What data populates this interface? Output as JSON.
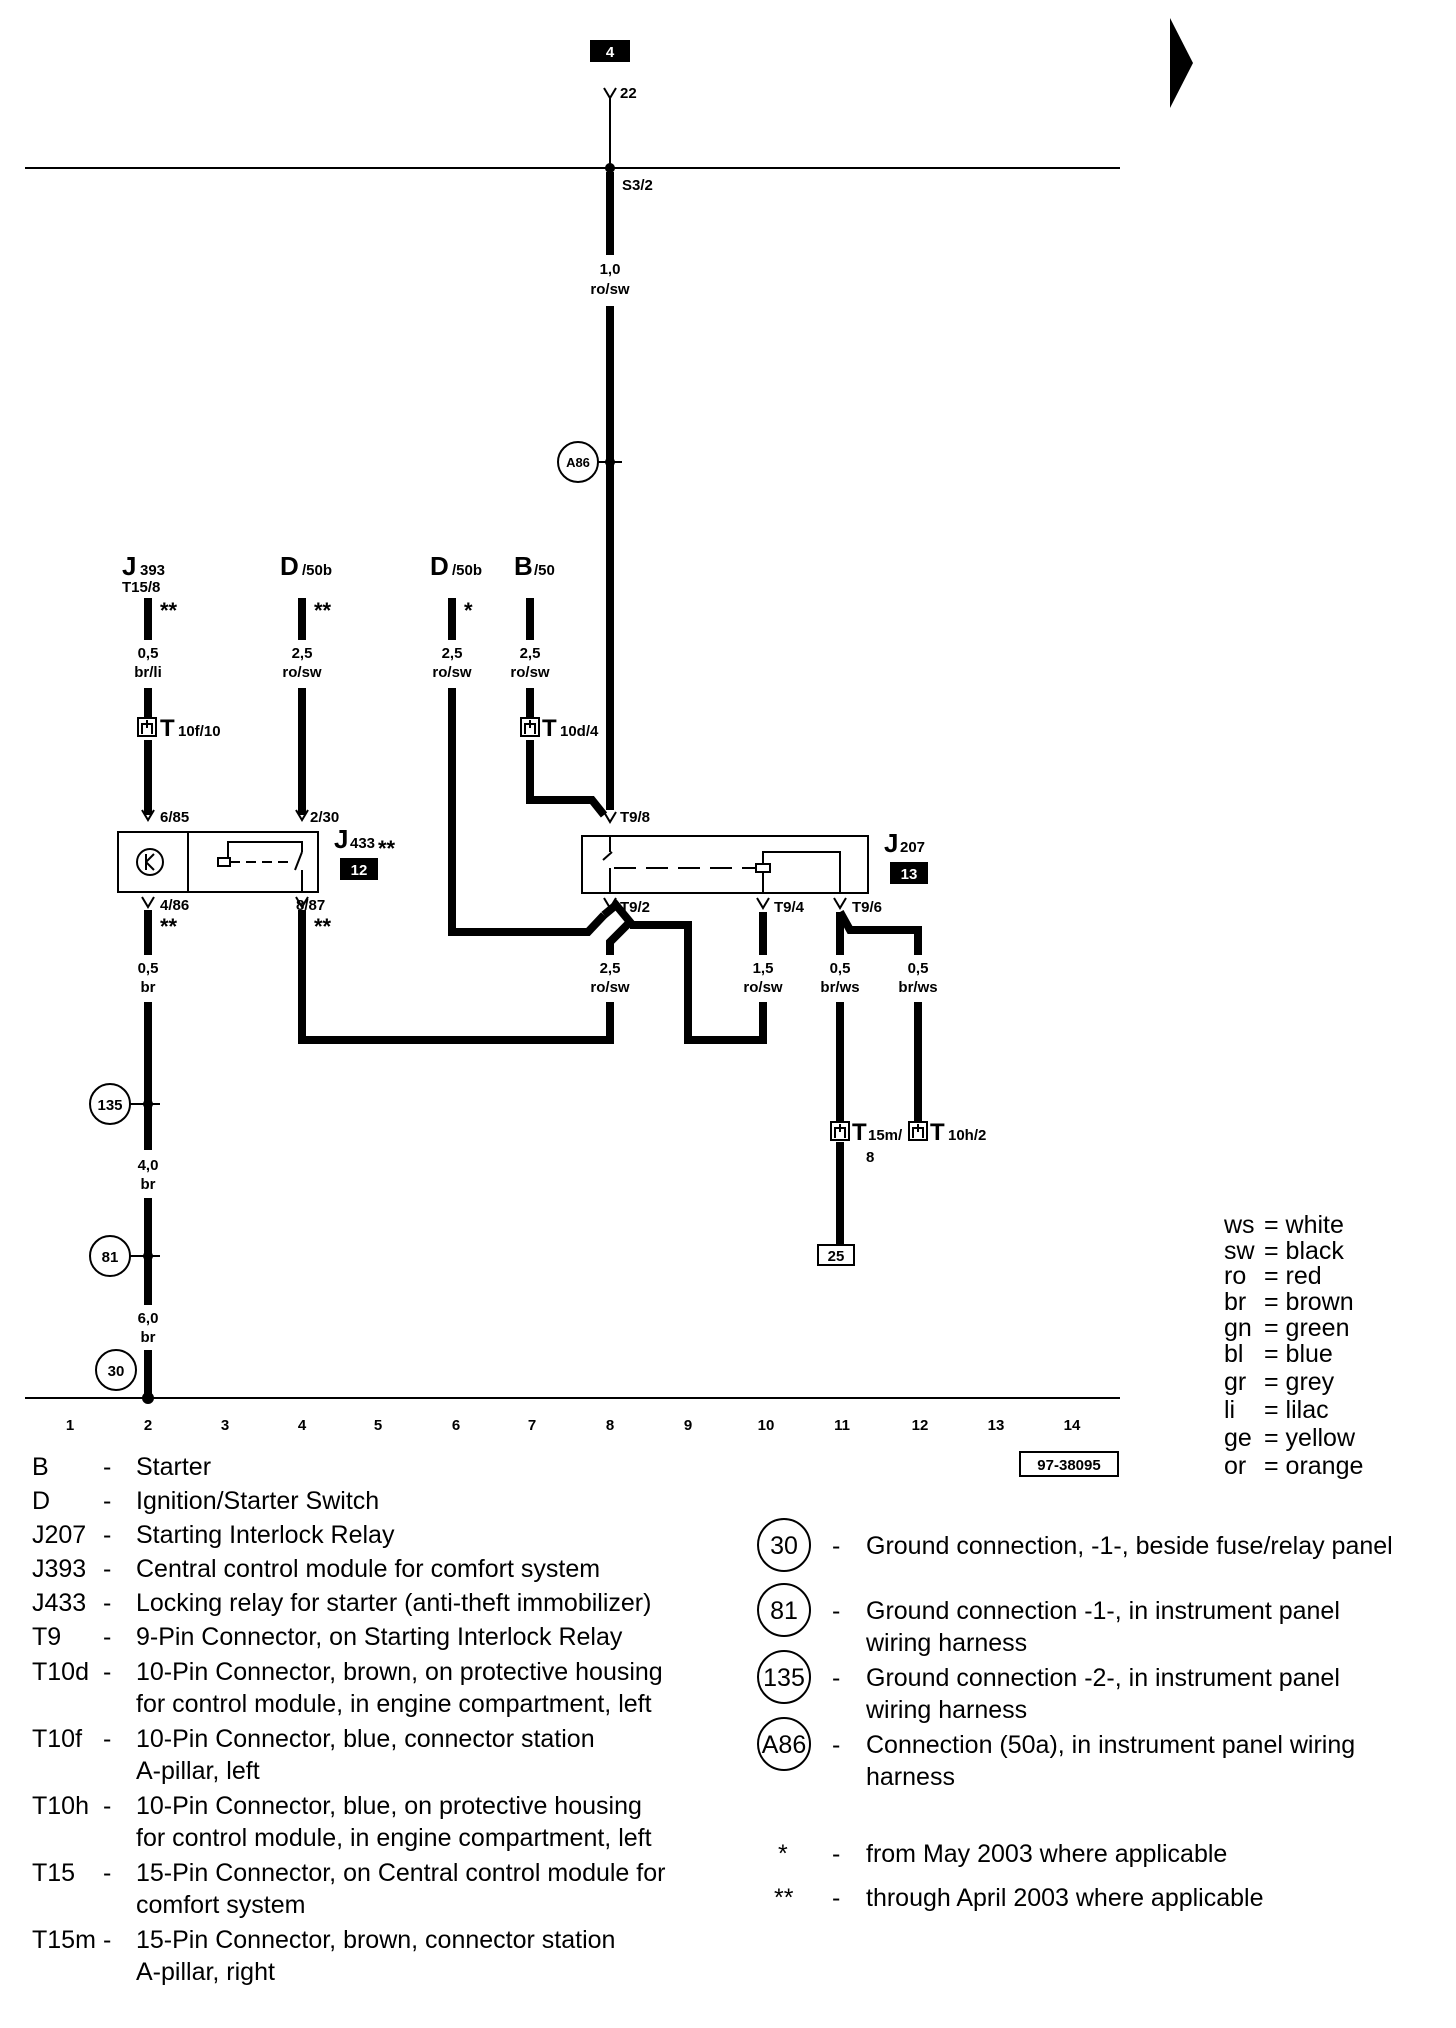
{
  "header_tag": "4",
  "wires": {
    "top_feed": {
      "pin": "22",
      "splice": "S3/2",
      "gauge": "1,0",
      "color": "ro/sw",
      "connection": "A86"
    },
    "j393": {
      "comp": "J",
      "sub": "393",
      "pin": "T15/8",
      "mark": "**",
      "gauge": "0,5",
      "color": "br/li",
      "connector": "T",
      "connector_sub": "10f/10"
    },
    "d50b_1": {
      "comp": "D",
      "sub": "/50b",
      "mark": "**",
      "gauge": "2,5",
      "color": "ro/sw"
    },
    "d50b_2": {
      "comp": "D",
      "sub": "/50b",
      "mark": "*",
      "gauge": "2,5",
      "color": "ro/sw"
    },
    "b50": {
      "comp": "B",
      "sub": "/50",
      "gauge": "2,5",
      "color": "ro/sw",
      "connector": "T",
      "connector_sub": "10d/4"
    },
    "ground_run": {
      "g1": "0,5",
      "c1": "br",
      "g2": "4,0",
      "c2": "br",
      "g3": "6,0",
      "c3": "br"
    },
    "j207_out1": {
      "gauge": "2,5",
      "color": "ro/sw"
    },
    "j207_out2": {
      "gauge": "1,5",
      "color": "ro/sw"
    },
    "j207_out3": {
      "gauge": "0,5",
      "color": "br/ws",
      "connector": "T",
      "connector_sub": "15m/",
      "connector_sub2": "8",
      "target": "25"
    },
    "j207_out4": {
      "gauge": "0,5",
      "color": "br/ws",
      "connector": "T",
      "connector_sub": "10h/2"
    }
  },
  "relays": {
    "j433": {
      "comp": "J",
      "sub": "433",
      "mark": "**",
      "tag": "12",
      "pin_in1": "6/85",
      "pin_in2": "2/30",
      "pin_out1": "4/86",
      "pin_out2": "8/87",
      "mark_out1": "**",
      "mark_out2": "**"
    },
    "j207": {
      "comp": "J",
      "sub": "207",
      "tag": "13",
      "pin_in": "T9/8",
      "pin_o1": "T9/2",
      "pin_o2": "T9/4",
      "pin_o3": "T9/6"
    }
  },
  "grounds": {
    "g135": "135",
    "g81": "81",
    "g30": "30"
  },
  "columns": [
    "1",
    "2",
    "3",
    "4",
    "5",
    "6",
    "7",
    "8",
    "9",
    "10",
    "11",
    "12",
    "13",
    "14"
  ],
  "ref": "97-38095",
  "color_legend": [
    {
      "code": "ws",
      "name": "= white"
    },
    {
      "code": "sw",
      "name": "= black"
    },
    {
      "code": "ro",
      "name": "= red"
    },
    {
      "code": "br",
      "name": "= brown"
    },
    {
      "code": "gn",
      "name": "= green"
    },
    {
      "code": "bl",
      "name": "= blue"
    },
    {
      "code": "gr",
      "name": "= grey"
    },
    {
      "code": "li",
      "name": "= lilac"
    },
    {
      "code": "ge",
      "name": "= yellow"
    },
    {
      "code": "or",
      "name": "= orange"
    }
  ],
  "components": [
    {
      "code": "B",
      "dash": "-",
      "line1": "Starter",
      "line2": ""
    },
    {
      "code": "D",
      "dash": "-",
      "line1": "Ignition/Starter Switch",
      "line2": ""
    },
    {
      "code": "J207",
      "dash": "-",
      "line1": "Starting Interlock Relay",
      "line2": ""
    },
    {
      "code": "J393",
      "dash": "-",
      "line1": "Central control module for comfort system",
      "line2": ""
    },
    {
      "code": "J433",
      "dash": "-",
      "line1": "Locking relay for starter (anti-theft immobilizer)",
      "line2": ""
    },
    {
      "code": "T9",
      "dash": "-",
      "line1": "9-Pin Connector, on Starting Interlock Relay",
      "line2": ""
    },
    {
      "code": "T10d",
      "dash": "-",
      "line1": "10-Pin Connector, brown, on protective housing",
      "line2": "for control module, in engine compartment, left"
    },
    {
      "code": "T10f",
      "dash": "-",
      "line1": "10-Pin Connector, blue, connector station",
      "line2": "A-pillar, left"
    },
    {
      "code": "T10h",
      "dash": "-",
      "line1": "10-Pin Connector, blue, on protective housing",
      "line2": "for control module, in engine compartment, left"
    },
    {
      "code": "T15",
      "dash": "-",
      "line1": "15-Pin Connector, on Central control module for",
      "line2": "comfort system"
    },
    {
      "code": "T15m",
      "dash": "-",
      "line1": "15-Pin Connector, brown, connector station",
      "line2": "A-pillar, right"
    }
  ],
  "ground_legend": [
    {
      "code": "30",
      "dash": "-",
      "line1": "Ground connection, -1-, beside fuse/relay panel",
      "line2": ""
    },
    {
      "code": "81",
      "dash": "-",
      "line1": "Ground connection -1-, in instrument panel",
      "line2": "wiring harness"
    },
    {
      "code": "135",
      "dash": "-",
      "line1": "Ground connection -2-, in instrument panel",
      "line2": "wiring harness"
    },
    {
      "code": "A86",
      "dash": "-",
      "line1": "Connection (50a), in instrument panel wiring",
      "line2": "harness"
    }
  ],
  "notes": [
    {
      "sym": "*",
      "dash": "-",
      "text": "from May 2003 where applicable"
    },
    {
      "sym": "**",
      "dash": "-",
      "text": "through April 2003 where applicable"
    }
  ]
}
